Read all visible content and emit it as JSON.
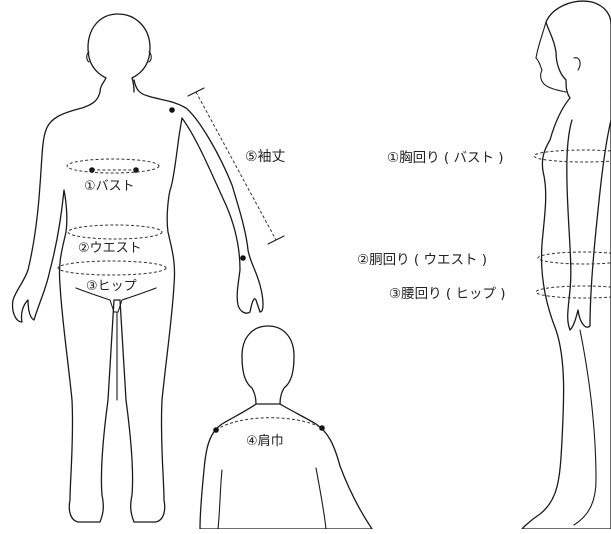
{
  "front_figure": {
    "bust_label": "①バスト",
    "waist_label": "②ウエスト",
    "hip_label": "③ヒップ",
    "sleeve_label": "⑤袖丈"
  },
  "side_figure": {
    "bust_label": "①胸回り ( バスト )",
    "waist_label": "②胴回り ( ウエスト )",
    "hip_label": "③腰回り ( ヒップ )"
  },
  "back_figure": {
    "shoulder_label": "④肩巾"
  },
  "colors": {
    "line": "#1a1a1a",
    "text": "#222222",
    "background": "#ffffff"
  }
}
